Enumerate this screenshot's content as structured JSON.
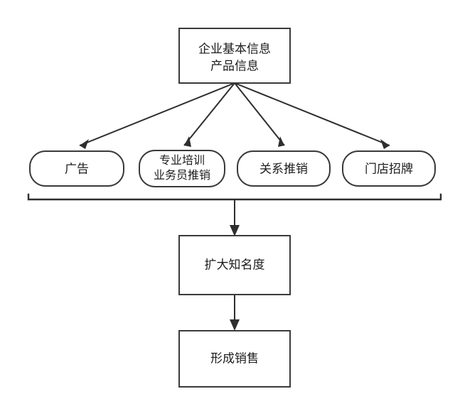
{
  "diagram": {
    "type": "flowchart",
    "background_color": "#ffffff",
    "stroke_color": "#2e2e2e",
    "text_color": "#1d1d1d",
    "nodes": [
      {
        "id": "source",
        "shape": "rectangle",
        "lines": [
          "企业基本信息",
          "产品信息"
        ],
        "line1": "企业基本信息",
        "line2": "产品信息"
      },
      {
        "id": "channel-1",
        "shape": "rounded-rectangle",
        "line1": "广告",
        "line2": ""
      },
      {
        "id": "channel-2",
        "shape": "rounded-rectangle",
        "line1": "专业培训",
        "line2": "业务员推销"
      },
      {
        "id": "channel-3",
        "shape": "rounded-rectangle",
        "line1": "关系推销",
        "line2": ""
      },
      {
        "id": "channel-4",
        "shape": "rounded-rectangle",
        "line1": "门店招牌",
        "line2": ""
      },
      {
        "id": "outcome-1",
        "shape": "rectangle",
        "line1": "扩大知名度",
        "line2": ""
      },
      {
        "id": "outcome-2",
        "shape": "rectangle",
        "line1": "形成销售",
        "line2": ""
      }
    ],
    "edges": [
      {
        "from": "source",
        "to": "channel-1",
        "style": "arrow"
      },
      {
        "from": "source",
        "to": "channel-2",
        "style": "arrow"
      },
      {
        "from": "source",
        "to": "channel-3",
        "style": "arrow"
      },
      {
        "from": "source",
        "to": "channel-4",
        "style": "arrow"
      },
      {
        "from": "channel-group",
        "to": "outcome-1",
        "style": "arrow"
      },
      {
        "from": "outcome-1",
        "to": "outcome-2",
        "style": "arrow"
      }
    ]
  }
}
